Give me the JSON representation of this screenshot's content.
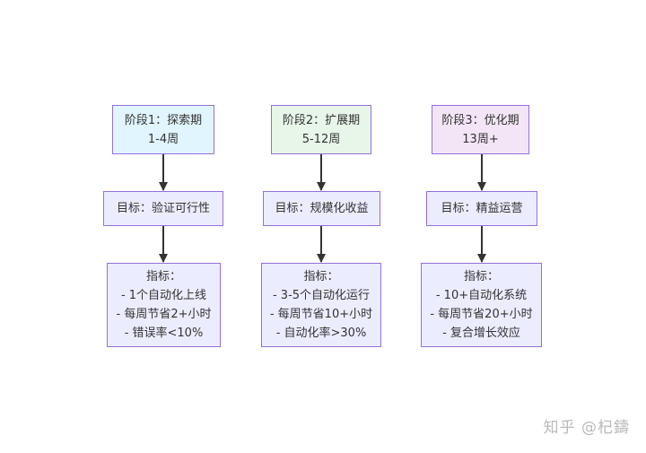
{
  "stages": [
    {
      "title": "阶段1：探索期",
      "duration": "1-4周",
      "goal": "目标：验证可行性",
      "metrics_heading": "指标：",
      "metrics": [
        "- 1个自动化上线",
        "- 每周节省2+小时",
        "- 错误率<10%"
      ],
      "fill": "#E1F5FE"
    },
    {
      "title": "阶段2：扩展期",
      "duration": "5-12周",
      "goal": "目标：规模化收益",
      "metrics_heading": "指标：",
      "metrics": [
        "- 3-5个自动化运行",
        "- 每周节省10+小时",
        "- 自动化率>30%"
      ],
      "fill": "#E8F5E9"
    },
    {
      "title": "阶段3：优化期",
      "duration": "13周+",
      "goal": "目标：精益运营",
      "metrics_heading": "指标：",
      "metrics": [
        "- 10+自动化系统",
        "- 每周节省20+小时",
        "- 复合增长效应"
      ],
      "fill": "#F3E5F5"
    }
  ],
  "colors": {
    "node_fill": "#ECECFF",
    "node_border": "#9370DB",
    "edge": "#333333"
  },
  "watermark": "知乎 @杞鑄"
}
